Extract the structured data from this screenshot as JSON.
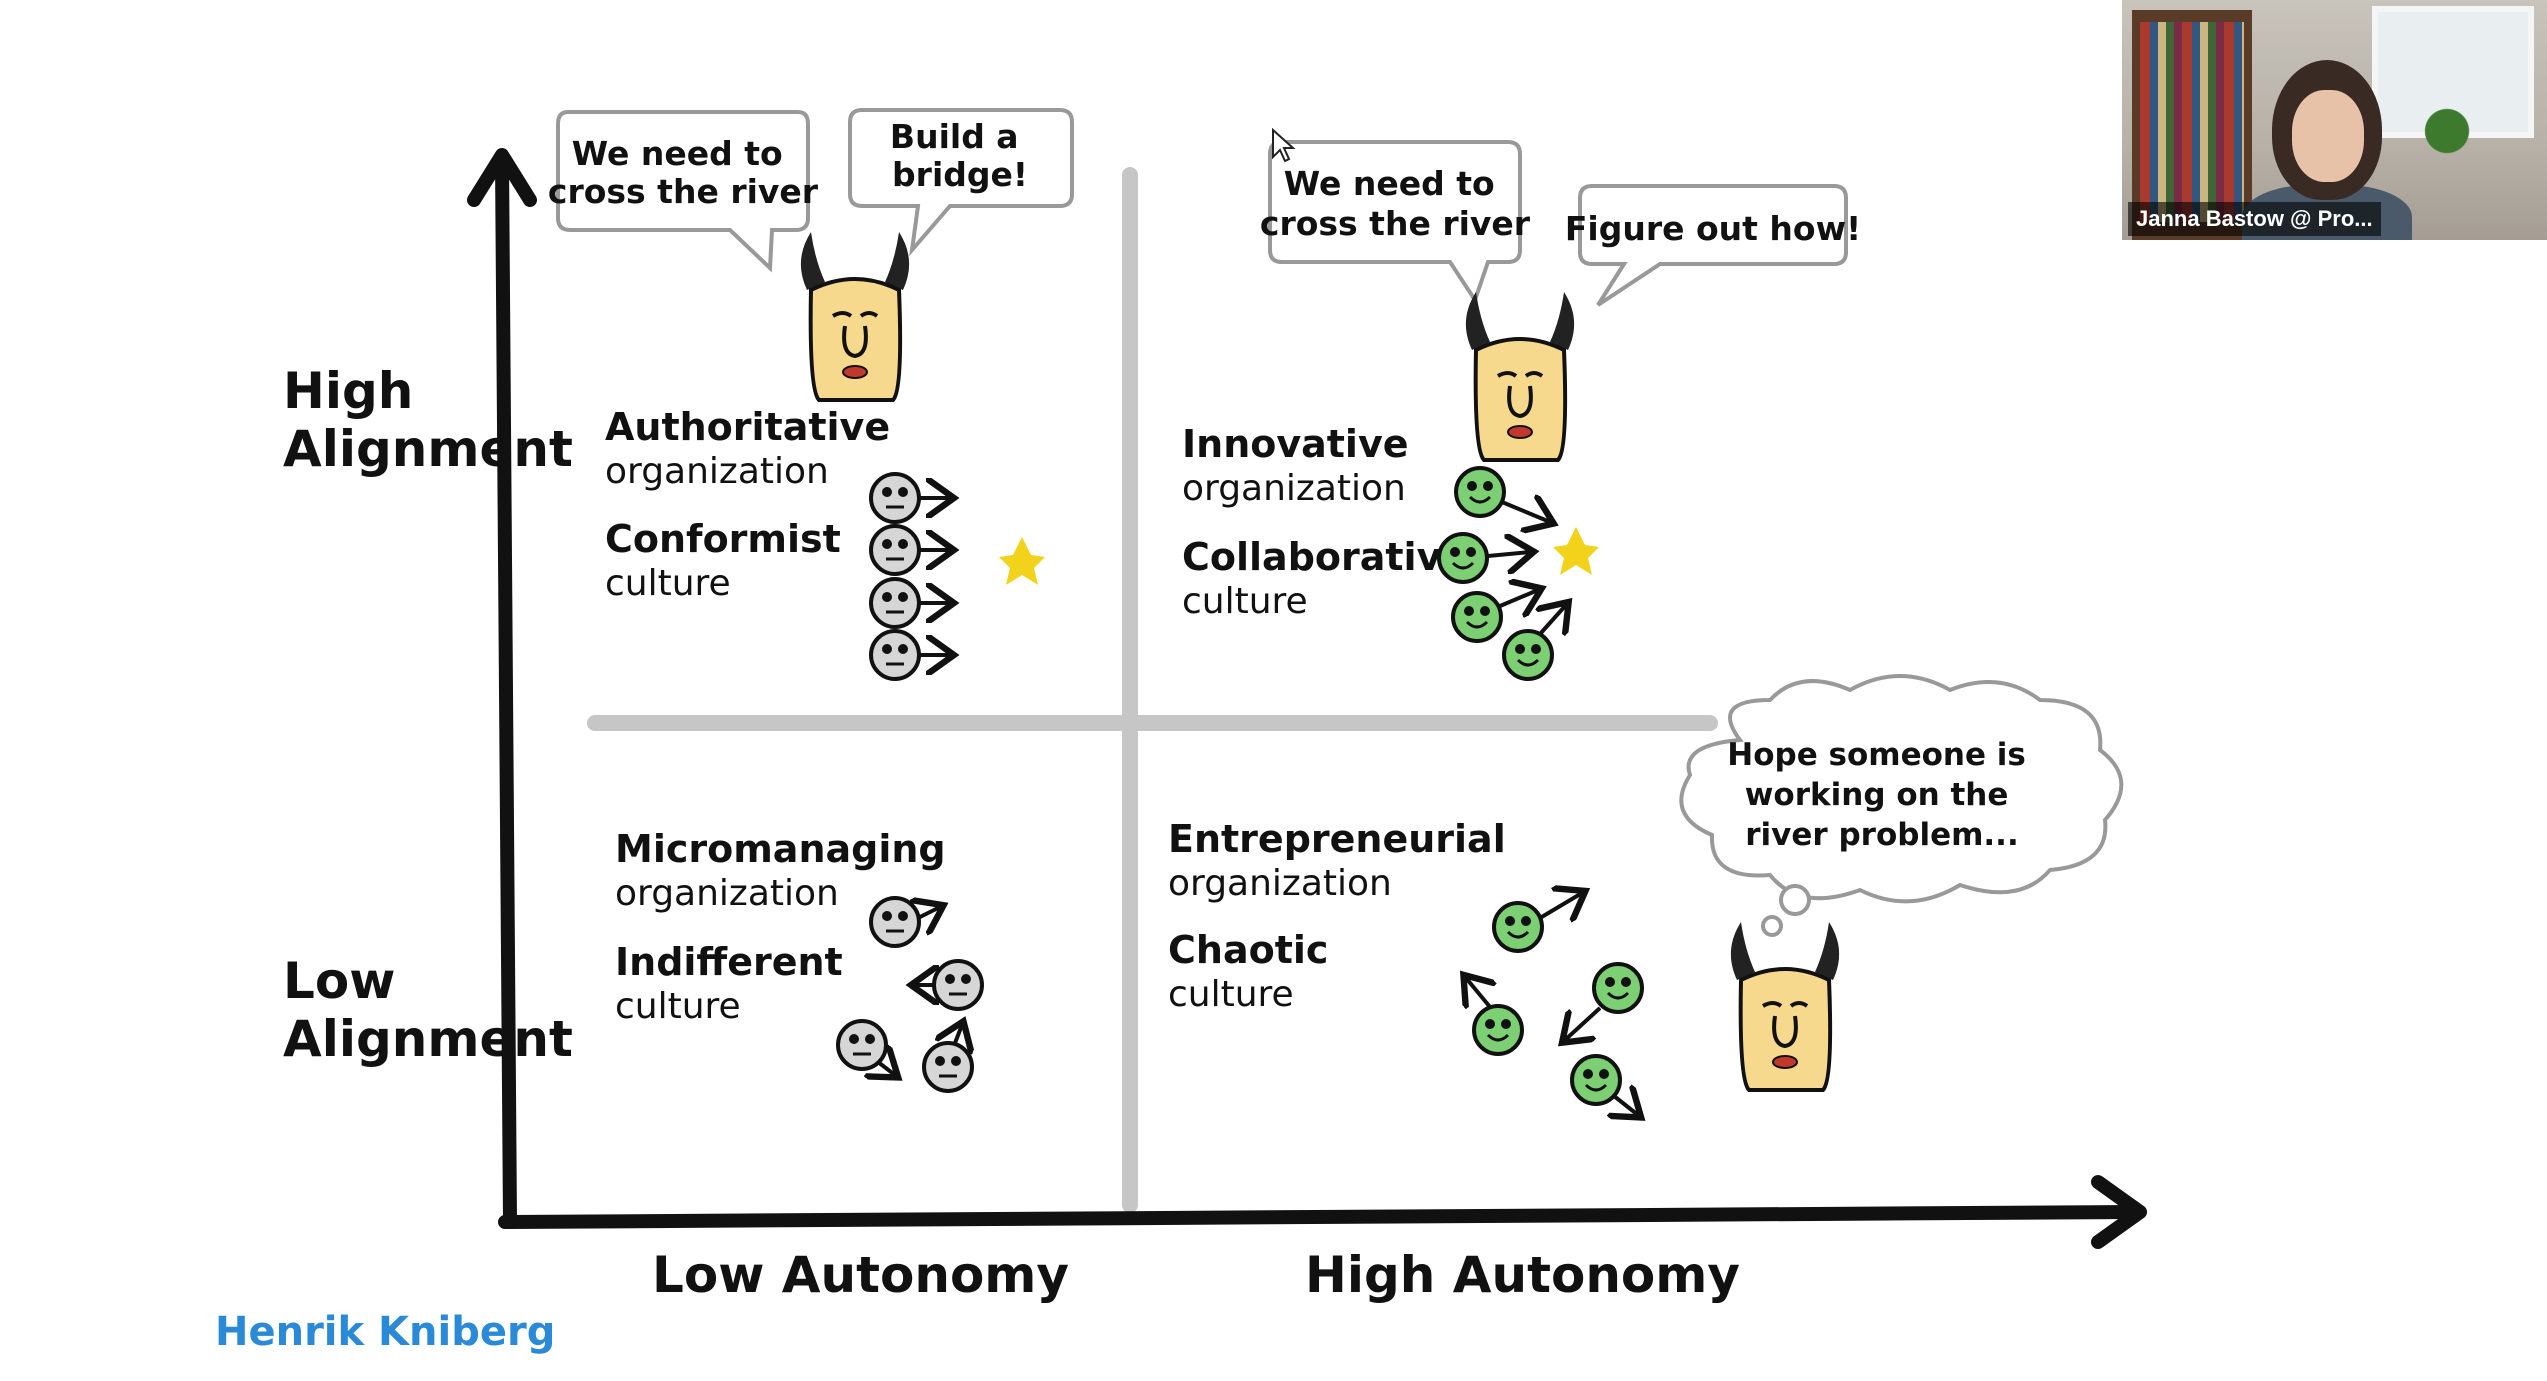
{
  "axes": {
    "y_high": [
      "High",
      "Alignment"
    ],
    "y_low": [
      "Low",
      "Alignment"
    ],
    "x_low": "Low Autonomy",
    "x_high": "High Autonomy"
  },
  "quadrants": {
    "top_left": {
      "org": [
        "Authoritative",
        "organization"
      ],
      "culture": [
        "Conformist",
        "culture"
      ]
    },
    "top_right": {
      "org": [
        "Innovative",
        "organization"
      ],
      "culture": [
        "Collaborative",
        "culture"
      ]
    },
    "bottom_left": {
      "org": [
        "Micromanaging",
        "organization"
      ],
      "culture": [
        "Indifferent",
        "culture"
      ]
    },
    "bottom_right": {
      "org": [
        "Entrepreneurial",
        "organization"
      ],
      "culture": [
        "Chaotic",
        "culture"
      ]
    }
  },
  "bubbles": {
    "tl_leader": [
      "We need to",
      "cross the river"
    ],
    "tl_response": [
      "Build a",
      "bridge!"
    ],
    "tr_leader": [
      "We need to",
      "cross the river"
    ],
    "tr_response": [
      "Figure out how!"
    ],
    "br_thought": [
      "Hope someone is",
      "working on the",
      "river problem..."
    ]
  },
  "credit": "Henrik Kniberg",
  "video": {
    "participant_name": "Janna Bastow @ Pro..."
  },
  "colors": {
    "ink": "#111111",
    "quadrant_lines": "#c6c6c6",
    "grey_face": "#d6d6d6",
    "green_face": "#7ccf72",
    "star": "#f2d21b",
    "leader_face": "#f7d98e",
    "credit": "#2a8ad8"
  }
}
